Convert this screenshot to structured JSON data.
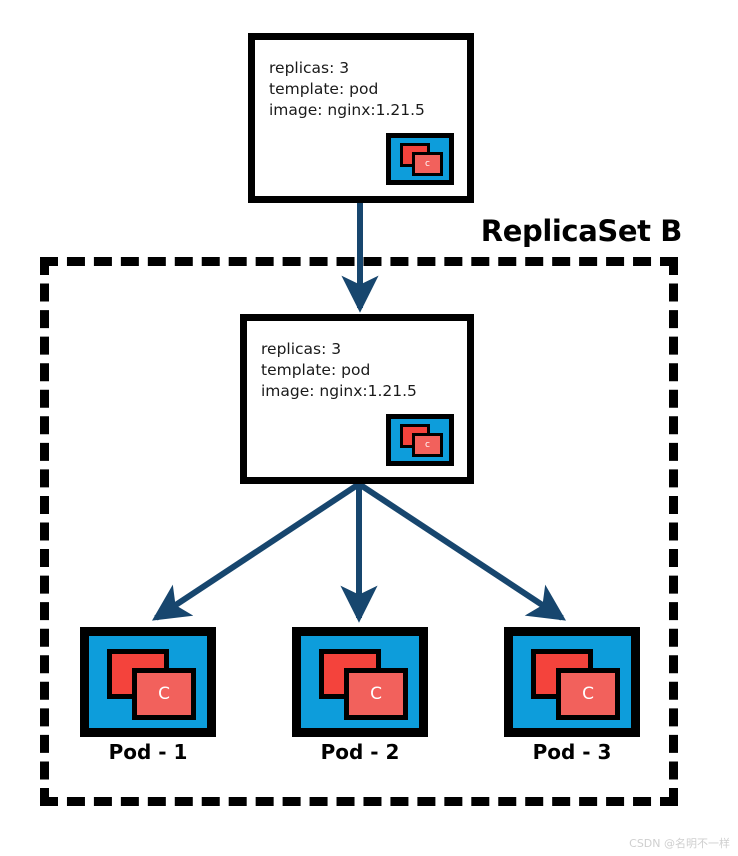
{
  "diagram": {
    "title": "ReplicaSet B",
    "colors": {
      "arrow": "#17466e",
      "pod_fill": "#0d9ddb",
      "container_back": "#f4433c",
      "container_front": "#f2615c",
      "outline": "#000000",
      "watermark": "#cfcfcf"
    },
    "spec_top": {
      "replicas_line": "replicas: 3",
      "template_line": "template: pod",
      "image_line": "image: nginx:1.21.5",
      "pod_glyph_label": "c"
    },
    "spec_inner": {
      "replicas_line": "replicas: 3",
      "template_line": "template: pod",
      "image_line": "image: nginx:1.21.5",
      "pod_glyph_label": "c"
    },
    "pods": [
      {
        "label": "Pod - 1",
        "container_label": "C"
      },
      {
        "label": "Pod - 2",
        "container_label": "C"
      },
      {
        "label": "Pod - 3",
        "container_label": "C"
      }
    ],
    "watermark": "CSDN @名明不一样"
  }
}
